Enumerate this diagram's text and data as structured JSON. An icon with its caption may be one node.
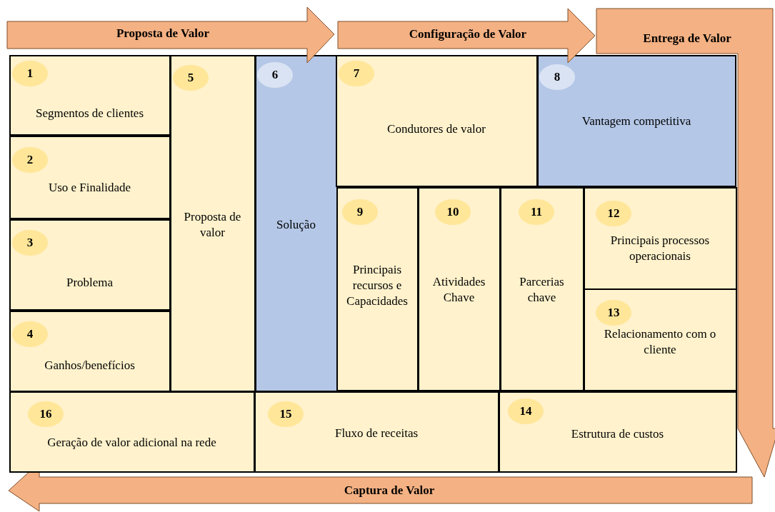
{
  "diagram": {
    "nodes": [
      {
        "text": [
          "Proposta de Valor"
        ]
      },
      {
        "text": [
          "Configuração de Valor"
        ]
      },
      {
        "text": [
          "Entrega de Valor"
        ]
      },
      {
        "text": [
          "1",
          "Segmentos de clientes"
        ]
      },
      {
        "text": [
          "2",
          "Uso e Finalidade"
        ]
      },
      {
        "text": [
          "3",
          "Problema"
        ]
      },
      {
        "text": [
          "4",
          "Ganhos/benefícios"
        ]
      },
      {
        "text": [
          "5",
          "Proposta de valor"
        ]
      },
      {
        "text": [
          "6",
          "Solução"
        ]
      },
      {
        "text": [
          "7",
          "Condutores de valor"
        ]
      },
      {
        "text": [
          "8",
          "Vantagem competitiva"
        ]
      },
      {
        "text": [
          "9",
          "Principais recursos e Capacidades"
        ]
      },
      {
        "text": [
          "10",
          "Atividades Chave"
        ]
      },
      {
        "text": [
          "11",
          "Parcerias chave"
        ]
      },
      {
        "text": [
          "12",
          "Principais processos operacionais"
        ]
      },
      {
        "text": [
          "13",
          "Relacionamento com o cliente"
        ]
      },
      {
        "text": [
          "16",
          "Geração de valor adicional na rede"
        ]
      },
      {
        "text": [
          "15",
          "Fluxo de receitas"
        ]
      },
      {
        "text": [
          "14",
          "Estrutura de custos"
        ]
      },
      {
        "text": [
          "Captura de Valor"
        ]
      }
    ],
    "edges": []
  }
}
